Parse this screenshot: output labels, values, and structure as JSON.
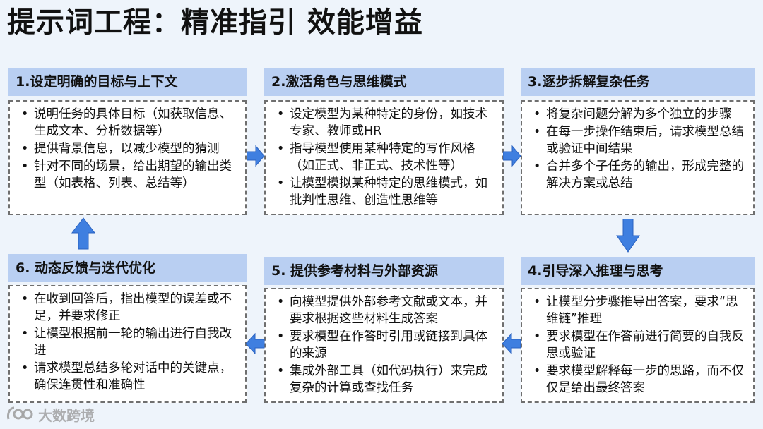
{
  "title": "提示词工程：精准指引 效能增益",
  "cards": [
    {
      "heading": "1.设定明确的目标与上下文",
      "items": [
        "说明任务的具体目标（如获取信息、生成文本、分析数据等）",
        "提供背景信息，以减少模型的猜测",
        "针对不同的场景，给出期望的输出类型（如表格、列表、总结等）"
      ]
    },
    {
      "heading": "2.激活角色与思维模式",
      "items": [
        "设定模型为某种特定的身份，如技术专家、教师或HR",
        "指导模型使用某种特定的写作风格（如正式、非正式、技术性等）",
        "让模型模拟某种特定的思维模式，如批判性思维、创造性思维等"
      ]
    },
    {
      "heading": "3.逐步拆解复杂任务",
      "items": [
        "将复杂问题分解为多个独立的步骤",
        "在每一步操作结束后，请求模型总结或验证中间结果",
        "合并多个子任务的输出，形成完整的解决方案或总结"
      ]
    },
    {
      "heading": "4.引导深入推理与思考",
      "items": [
        "让模型分步骤推导出答案，要求“思维链”推理",
        "要求模型在作答前进行简要的自我反思或验证",
        "要求模型解释每一步的思路，而不仅仅是给出最终答案"
      ]
    },
    {
      "heading": "5. 提供参考材料与外部资源",
      "items": [
        "向模型提供外部参考文献或文本，并要求根据这些材料生成答案",
        "要求模型在作答时引用或链接到具体的来源",
        "集成外部工具（如代码执行）来完成复杂的计算或查找任务"
      ]
    },
    {
      "heading": "6. 动态反馈与迭代优化",
      "items": [
        "在收到回答后，指出模型的误差或不足，并要求修正",
        "让模型根据前一轮的输出进行自我改进",
        "请求模型总结多轮对话中的关键点，确保连贯性和准确性"
      ]
    }
  ],
  "watermark": "大数跨境",
  "colors": {
    "header_bg": "#b9cff2",
    "arrow": "#3f7fe0",
    "background": "#eef4fb"
  }
}
